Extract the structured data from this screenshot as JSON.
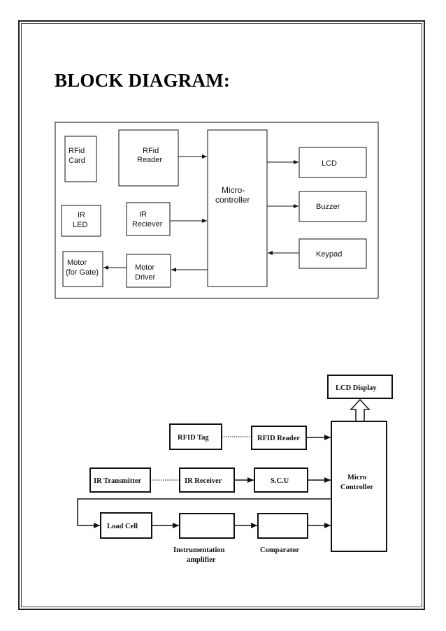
{
  "page": {
    "heading": "BLOCK DIAGRAM:"
  },
  "diagram1": {
    "rfid_card": [
      "RFid",
      "Card"
    ],
    "rfid_reader": [
      "RFid",
      "Reader"
    ],
    "ir_led": [
      "IR",
      "LED"
    ],
    "ir_receiver": [
      "IR",
      "Reciever"
    ],
    "motor_gate": [
      "Motor",
      "(for Gate)"
    ],
    "motor_driver": [
      "Motor",
      "Driver"
    ],
    "microcontroller": [
      "Micro-",
      "controller"
    ],
    "lcd": "LCD",
    "buzzer": "Buzzer",
    "keypad": "Keypad"
  },
  "diagram2": {
    "lcd_display": "LCD Display",
    "rfid_tag": "RFID Tag",
    "rfid_reader": "RFID Reader",
    "micro_controller": [
      "Micro",
      "Controller"
    ],
    "ir_transmitter": "IR Transmitter",
    "ir_receiver": "IR Receiver",
    "scu": "S.C.U",
    "load_cell": "Load Cell",
    "instrumentation_amplifier": [
      "Instrumentation",
      "amplifier"
    ],
    "comparator": "Comparator"
  },
  "colors": {
    "line": "#111111",
    "border": "#222222"
  }
}
